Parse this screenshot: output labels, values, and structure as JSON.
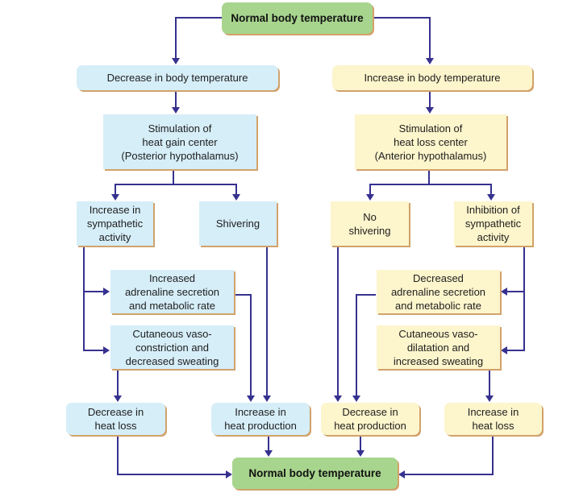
{
  "title": "Regulation of body temperature",
  "colors": {
    "normal": "#a8d58e",
    "cold_path": "#d6eef8",
    "heat_path": "#fdf5cc",
    "shadow": "#d1a26a",
    "arrow": "#36318f"
  },
  "nodes": {
    "normal_top": "Normal body temperature",
    "decrease_temp": "Decrease in body temperature",
    "increase_temp": "Increase in body temperature",
    "heat_gain_center": "Stimulation of\nheat gain center\n(Posterior hypothalamus)",
    "heat_loss_center": "Stimulation of\nheat loss center\n(Anterior hypothalamus)",
    "increase_sympathetic": "Increase in\nsympathetic\nactivity",
    "shivering": "Shivering",
    "no_shivering": "No\nshivering",
    "inhibit_sympathetic": "Inhibition of\nsympathetic\nactivity",
    "increased_adrenaline": "Increased\nadrenaline secretion\nand metabolic rate",
    "vasoconstriction": "Cutaneous vaso-\nconstriction and\ndecreased sweating",
    "decreased_adrenaline": "Decreased\nadrenaline secretion\nand metabolic rate",
    "vasodilatation": "Cutaneous vaso-\ndilatation and\nincreased sweating",
    "decrease_heat_loss": "Decrease in\nheat loss",
    "increase_heat_production": "Increase in\nheat production",
    "decrease_heat_production": "Decrease in\nheat production",
    "increase_heat_loss": "Increase in\nheat loss",
    "normal_bottom": "Normal body temperature"
  },
  "edges": [
    [
      "normal_top",
      "decrease_temp"
    ],
    [
      "normal_top",
      "increase_temp"
    ],
    [
      "decrease_temp",
      "heat_gain_center"
    ],
    [
      "increase_temp",
      "heat_loss_center"
    ],
    [
      "heat_gain_center",
      "increase_sympathetic"
    ],
    [
      "heat_gain_center",
      "shivering"
    ],
    [
      "heat_loss_center",
      "no_shivering"
    ],
    [
      "heat_loss_center",
      "inhibit_sympathetic"
    ],
    [
      "increase_sympathetic",
      "increased_adrenaline"
    ],
    [
      "increase_sympathetic",
      "vasoconstriction"
    ],
    [
      "inhibit_sympathetic",
      "decreased_adrenaline"
    ],
    [
      "inhibit_sympathetic",
      "vasodilatation"
    ],
    [
      "vasoconstriction",
      "decrease_heat_loss"
    ],
    [
      "increased_adrenaline",
      "increase_heat_production"
    ],
    [
      "shivering",
      "increase_heat_production"
    ],
    [
      "no_shivering",
      "decrease_heat_production"
    ],
    [
      "decreased_adrenaline",
      "decrease_heat_production"
    ],
    [
      "vasodilatation",
      "increase_heat_loss"
    ],
    [
      "decrease_heat_loss",
      "normal_bottom"
    ],
    [
      "increase_heat_production",
      "normal_bottom"
    ],
    [
      "decrease_heat_production",
      "normal_bottom"
    ],
    [
      "increase_heat_loss",
      "normal_bottom"
    ]
  ]
}
